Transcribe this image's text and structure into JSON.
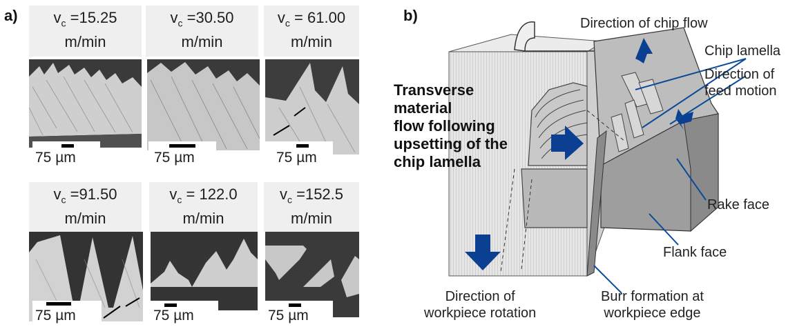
{
  "panel_a": {
    "label": "a)",
    "scale_text": "75 µm",
    "speed_var": "v",
    "speed_sub": "c",
    "unit": "m/min",
    "cutting_speeds": [
      "=15.25",
      "=30.50",
      "= 61.00",
      "=91.50",
      "= 122.0",
      "=152.5"
    ]
  },
  "panel_b": {
    "label": "b)",
    "transverse_flow": [
      "Transverse",
      "material",
      "flow following",
      "upsetting of the",
      "chip lamella"
    ],
    "chip_flow": "Direction of chip flow",
    "chip_lamella": "Chip lamella",
    "feed_motion": [
      "Direction of",
      "feed motion"
    ],
    "rake_face": "Rake face",
    "flank_face": "Flank face",
    "workpiece_rotation": [
      "Direction of",
      "workpiece rotation"
    ],
    "burr_formation": [
      "Burr formation at",
      "workpiece edge"
    ]
  },
  "colors": {
    "arrow_blue": "#0b3f92",
    "leader_blue": "#0a4a9a",
    "label_bg": "#efefef"
  }
}
